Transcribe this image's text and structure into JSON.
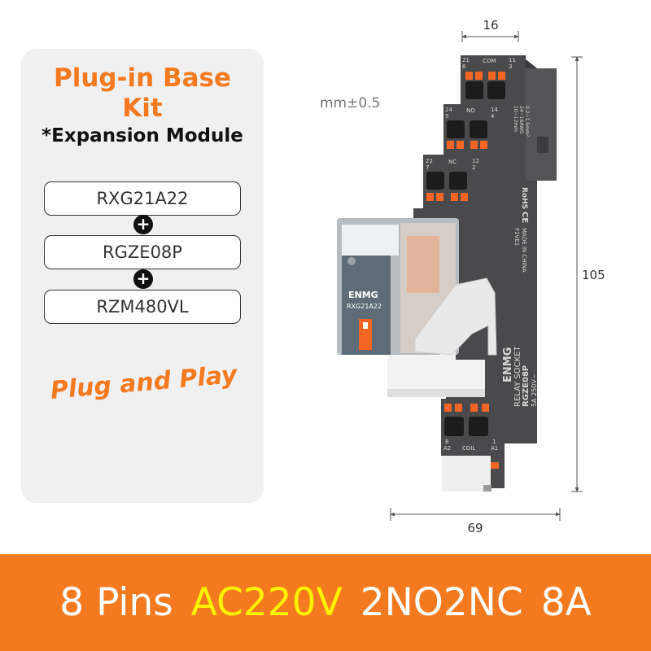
{
  "kit": {
    "title": "Plug-in Base Kit",
    "subtitle": "*Expansion Module",
    "models": [
      "RXG21A22",
      "RGZE08P",
      "RZM480VL"
    ],
    "plus_symbol": "+",
    "tagline": "Plug and Play"
  },
  "dimensions": {
    "tolerance": "mm±0.5",
    "width_top": "16",
    "height": "105",
    "depth": "69"
  },
  "device": {
    "relay_brand": "ENMG",
    "relay_model": "RXG21A22",
    "base_brand": "ENMG",
    "base_type": "RELAY SOCKET",
    "base_model": "RGZE08P",
    "base_rating": "5A 250V~",
    "made_in": "MADE IN CHINA",
    "code": "F1VE1",
    "cert_ce": "CE",
    "cert_rohs": "RoHS",
    "wire_spec_1": "0.2~1.5mm²",
    "wire_spec_2": "24~16AWG",
    "wire_spec_3": "10~12mm",
    "terminals_top": {
      "row1_left": "21",
      "row1_left_sub": "6",
      "row1_label": "COM",
      "row1_right": "11",
      "row1_right_sub": "3",
      "row2_left": "24",
      "row2_left_sub": "5",
      "row2_label": "NO",
      "row2_right": "14",
      "row2_right_sub": "4",
      "row3_left": "22",
      "row3_left_sub": "7",
      "row3_label": "NC",
      "row3_right": "12",
      "row3_right_sub": "2"
    },
    "terminals_bottom": {
      "left_sub": "8",
      "left": "A2",
      "label": "COIL",
      "right_sub": "1",
      "right": "A1"
    }
  },
  "specs": {
    "pins": "8 Pins",
    "voltage": "AC220V",
    "contacts": "2NO2NC",
    "current": "8A"
  },
  "colors": {
    "accent": "#f47a1f",
    "highlight": "#fff200",
    "housing": "#4a4a4c",
    "terminal": "#f26522",
    "panel": "#f0f0f0"
  }
}
